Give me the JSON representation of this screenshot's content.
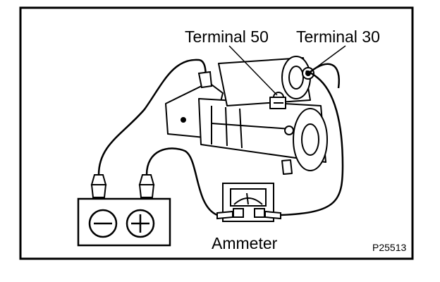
{
  "labels": {
    "terminal_50": "Terminal 50",
    "terminal_30": "Terminal 30",
    "ammeter": "Ammeter",
    "figure_code": "P25513"
  },
  "battery": {
    "negative_symbol": "minus",
    "positive_symbol": "plus"
  },
  "colors": {
    "ink": "#000000",
    "paper": "#ffffff"
  }
}
